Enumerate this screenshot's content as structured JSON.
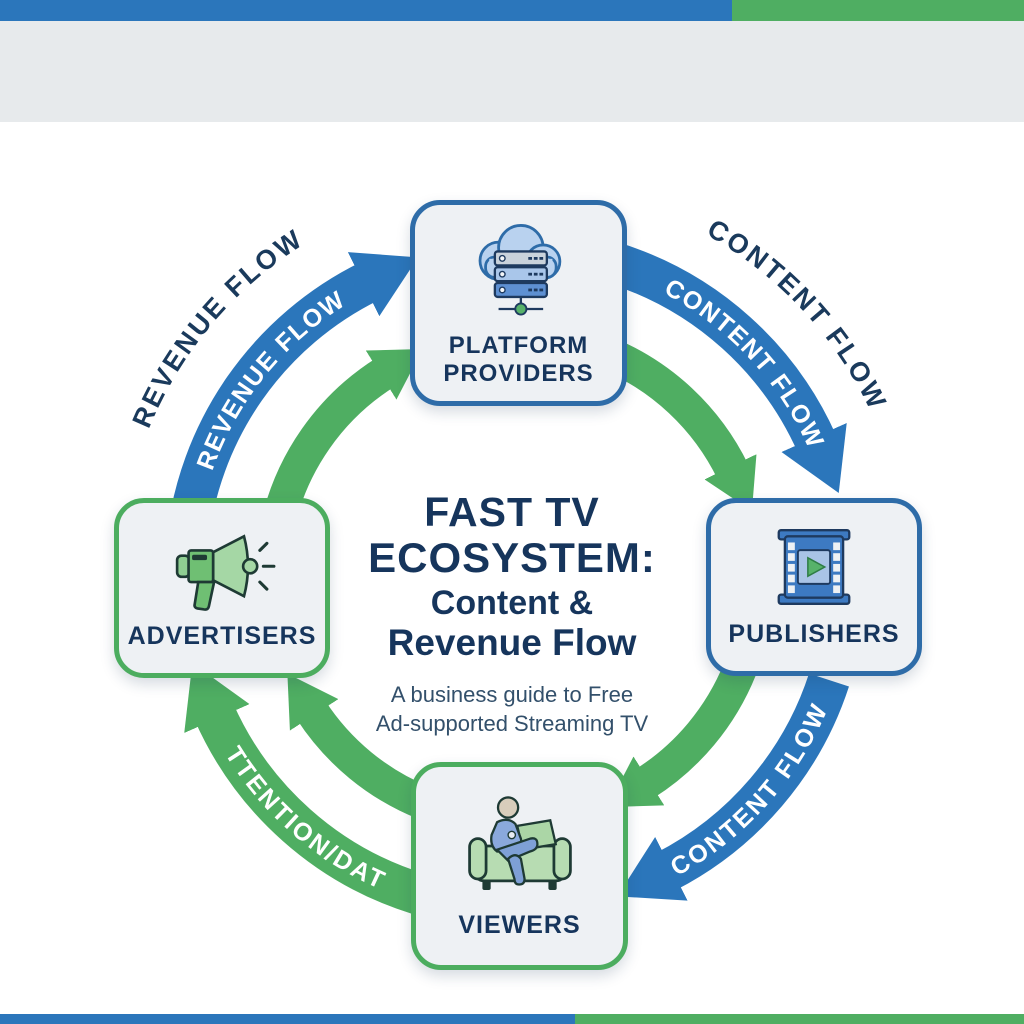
{
  "poster": {
    "colors": {
      "blue": "#2b76bb",
      "green": "#4fae62",
      "navy_text": "#16355c",
      "header_band": "#e7eaec",
      "node_background": "#eef1f4",
      "node_border_blue": "#2e6ca8",
      "node_border_green": "#4cad5f"
    },
    "title": {
      "line1": "FAST TV",
      "line2": "ECOSYSTEM:",
      "line3": "Content &",
      "line4": "Revenue Flow",
      "subtitle_line1": "A business guide to Free",
      "subtitle_line2": "Ad-supported Streaming TV"
    },
    "nodes": {
      "platform": {
        "label_line1": "PLATFORM",
        "label_line2": "PROVIDERS",
        "icon": "cloud-server-icon",
        "border": "blue"
      },
      "publishers": {
        "label": "PUBLISHERS",
        "icon": "film-play-icon",
        "border": "blue"
      },
      "advertisers": {
        "label": "ADVERTISERS",
        "icon": "megaphone-icon",
        "border": "green"
      },
      "viewers": {
        "label": "VIEWERS",
        "icon": "person-couch-icon",
        "border": "green"
      }
    },
    "flows": {
      "revenue": {
        "from": "Advertisers",
        "to": "Platform Providers",
        "outside_label": "REVENUE FLOW",
        "arrow_label": "REVENUE FLOW",
        "color": "#2b76bb"
      },
      "content_top": {
        "from": "Platform Providers",
        "to": "Publishers",
        "outside_label": "CONTENT FLOW",
        "arrow_label": "CONTENT FLOW",
        "color": "#2b76bb"
      },
      "content_bottom": {
        "from": "Publishers",
        "to": "Viewers",
        "arrow_label": "CONTENT FLOW",
        "color": "#2b76bb"
      },
      "attention": {
        "from": "Viewers",
        "to": "Advertisers",
        "arrow_label": "ATTENTION/DATA",
        "color": "#4fae62"
      }
    }
  }
}
